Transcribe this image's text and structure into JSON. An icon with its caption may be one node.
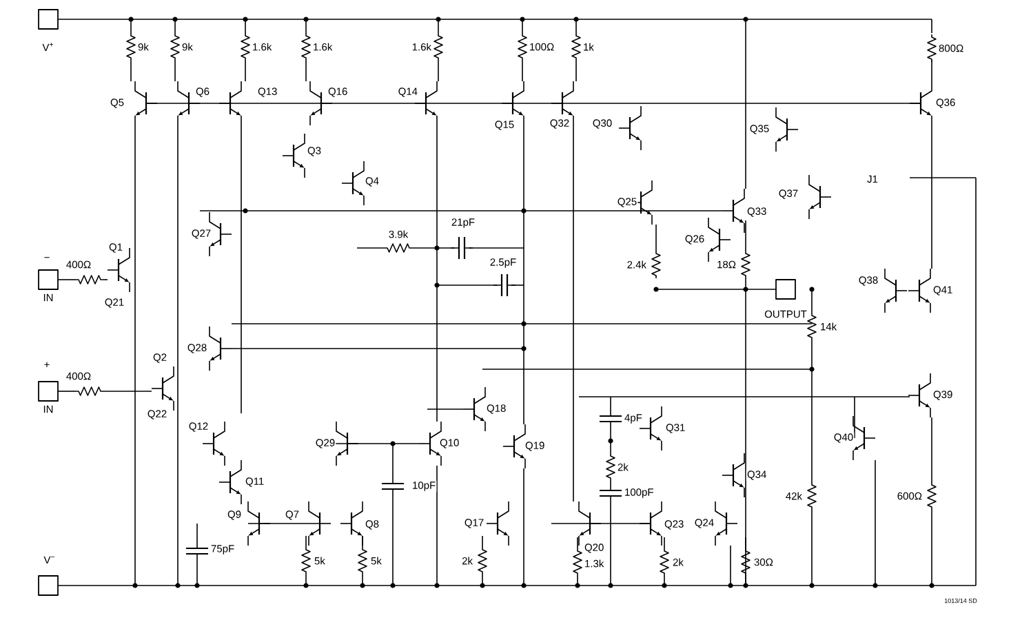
{
  "diagram": {
    "labels": [
      "V$^{+}$",
      "9k",
      "9k",
      "1.6k",
      "1.6k",
      "1.6k",
      "100Ω",
      "1k",
      "800Ω",
      "Q5",
      "Q6",
      "Q13",
      "Q16",
      "Q14",
      "Q36",
      "Q15",
      "Q32",
      "Q30",
      "Q35",
      "Q3",
      "Q4",
      "J1",
      "Q37",
      "Q25",
      "Q33",
      "Q27",
      "21pF",
      "3.9k",
      "Q26",
      "Q1",
      "−",
      "400Ω",
      "2.5pF",
      "2.4k",
      "18Ω",
      "Q38",
      "Q41",
      "IN",
      "Q21",
      "OUTPUT",
      "14k",
      "Q28",
      "Q2",
      "+",
      "400Ω",
      "IN",
      "Q39",
      "Q18",
      "Q22",
      "4pF",
      "Q12",
      "Q31",
      "Q29",
      "Q10",
      "Q19",
      "Q40",
      "2k",
      "Q11",
      "Q34",
      "10pF",
      "100pF",
      "42k",
      "600Ω",
      "Q9",
      "Q7",
      "Q8",
      "Q17",
      "Q23",
      "Q24",
      "V$^{−}$",
      "75pF",
      "5k",
      "5k",
      "2k",
      "Q20",
      "1.3k",
      "2k",
      "30Ω",
      "1013/14 SD"
    ]
  }
}
